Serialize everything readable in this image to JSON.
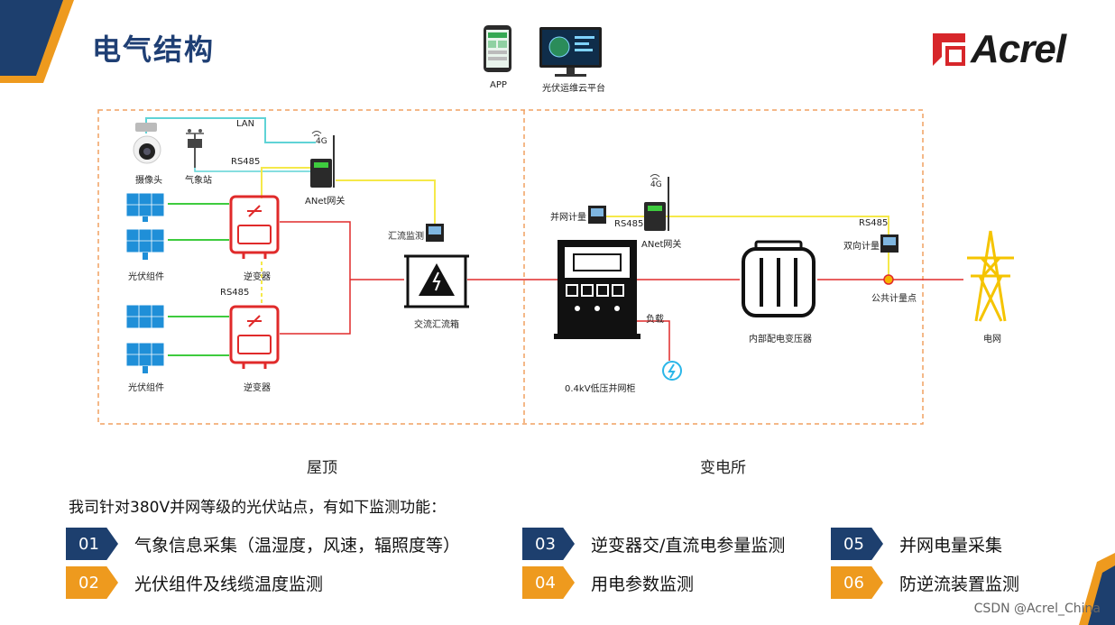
{
  "page": {
    "title": "电气结构",
    "logo_text": "Acrel",
    "watermark": "CSDN @Acrel_China"
  },
  "diagram": {
    "top": {
      "app": "APP",
      "cloud": "光伏运维云平台"
    },
    "labels": {
      "lan": "LAN",
      "camera": "摄像头",
      "weather": "气象站",
      "rs485_1": "RS485",
      "gateway_1": "ANet网关",
      "g4_1": "4G",
      "pv1": "光伏组件",
      "inverter1": "逆变器",
      "rs485_2": "RS485",
      "pv2": "光伏组件",
      "inverter2": "逆变器",
      "combiner_monitor": "汇流监测",
      "ac_combiner": "交流汇流箱",
      "grid_meter": "并网计量",
      "rs485_3": "RS485",
      "gateway_2": "ANet网关",
      "g4_2": "4G",
      "load": "负载",
      "cabinet": "0.4kV低压并网柜",
      "transformer": "内部配电变压器",
      "rs485_4": "RS485",
      "bidir_meter": "双向计量",
      "pcc": "公共计量点",
      "grid": "电网"
    },
    "regions": {
      "rooftop": "屋顶",
      "substation": "变电所"
    }
  },
  "intro": "我司针对380V并网等级的光伏站点，有如下监测功能：",
  "features": [
    {
      "num": "01",
      "text": "气象信息采集（温湿度，风速，辐照度等）",
      "color": "blue"
    },
    {
      "num": "02",
      "text": "光伏组件及线缆温度监测",
      "color": "orange"
    },
    {
      "num": "03",
      "text": "逆变器交/直流电参量监测",
      "color": "blue"
    },
    {
      "num": "04",
      "text": "用电参数监测",
      "color": "orange"
    },
    {
      "num": "05",
      "text": "并网电量采集",
      "color": "blue"
    },
    {
      "num": "06",
      "text": "防逆流装置监测",
      "color": "orange"
    }
  ],
  "colors": {
    "title_blue": "#1f3f74",
    "accent_orange": "#ee9a1e",
    "feature_blue": "#1d3f6e",
    "power_line_red": "#e02a2a",
    "rs485_yellow": "#f5e94a",
    "lan_cyan": "#5fd3d6",
    "dc_green": "#3ecb3e",
    "frame_orange": "#f0a060"
  }
}
